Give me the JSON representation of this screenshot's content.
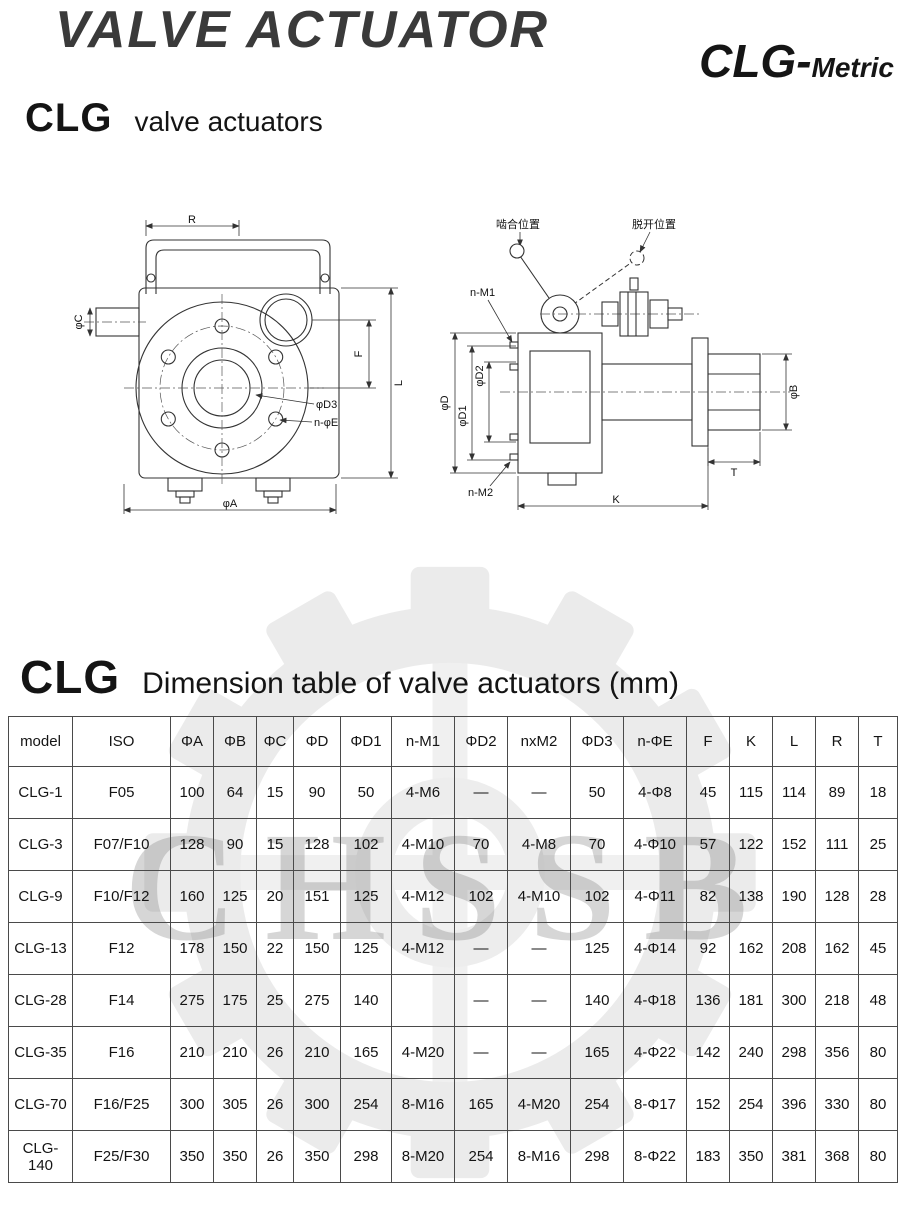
{
  "page": {
    "title": "VALVE ACTUATOR",
    "brand": {
      "main": "CLG-",
      "sub": "Metric"
    },
    "section1": {
      "model": "CLG",
      "label": "valve actuators"
    },
    "section2": {
      "model": "CLG",
      "label": "Dimension table of valve actuators (mm)"
    }
  },
  "watermark": "CHSSB",
  "drawing": {
    "left": {
      "R": "R",
      "phiC": "φC",
      "F": "F",
      "L": "L",
      "phiD3": "φD3",
      "nPhiE": "n-φE",
      "phiA": "φA"
    },
    "right": {
      "engaged": "啮合位置",
      "disengaged": "脱开位置",
      "nM1": "n-M1",
      "phiD": "φD",
      "phiD1": "φD1",
      "phiD2": "φD2",
      "phiB": "φB",
      "nM2": "n-M2",
      "K": "K",
      "T": "T"
    }
  },
  "table": {
    "columns": [
      "model",
      "ISO",
      "ΦA",
      "ΦB",
      "ΦC",
      "ΦD",
      "ΦD1",
      "n-M1",
      "ΦD2",
      "nxM2",
      "ΦD3",
      "n-ΦE",
      "F",
      "K",
      "L",
      "R",
      "T"
    ],
    "rows": [
      [
        "CLG-1",
        "F05",
        "100",
        "64",
        "15",
        "90",
        "50",
        "4-M6",
        "—",
        "—",
        "50",
        "4-Φ8",
        "45",
        "115",
        "114",
        "89",
        "18"
      ],
      [
        "CLG-3",
        "F07/F10",
        "128",
        "90",
        "15",
        "128",
        "102",
        "4-M10",
        "70",
        "4-M8",
        "70",
        "4-Φ10",
        "57",
        "122",
        "152",
        "111",
        "25"
      ],
      [
        "CLG-9",
        "F10/F12",
        "160",
        "125",
        "20",
        "151",
        "125",
        "4-M12",
        "102",
        "4-M10",
        "102",
        "4-Φ11",
        "82",
        "138",
        "190",
        "128",
        "28"
      ],
      [
        "CLG-13",
        "F12",
        "178",
        "150",
        "22",
        "150",
        "125",
        "4-M12",
        "—",
        "—",
        "125",
        "4-Φ14",
        "92",
        "162",
        "208",
        "162",
        "45"
      ],
      [
        "CLG-28",
        "F14",
        "275",
        "175",
        "25",
        "275",
        "140",
        "",
        "—",
        "—",
        "140",
        "4-Φ18",
        "136",
        "181",
        "300",
        "218",
        "48"
      ],
      [
        "CLG-35",
        "F16",
        "210",
        "210",
        "26",
        "210",
        "165",
        "4-M20",
        "—",
        "—",
        "165",
        "4-Φ22",
        "142",
        "240",
        "298",
        "356",
        "80"
      ],
      [
        "CLG-70",
        "F16/F25",
        "300",
        "305",
        "26",
        "300",
        "254",
        "8-M16",
        "165",
        "4-M20",
        "254",
        "8-Φ17",
        "152",
        "254",
        "396",
        "330",
        "80"
      ],
      [
        "CLG-140",
        "F25/F30",
        "350",
        "350",
        "26",
        "350",
        "298",
        "8-M20",
        "254",
        "8-M16",
        "298",
        "8-Φ22",
        "183",
        "350",
        "381",
        "368",
        "80"
      ]
    ]
  }
}
